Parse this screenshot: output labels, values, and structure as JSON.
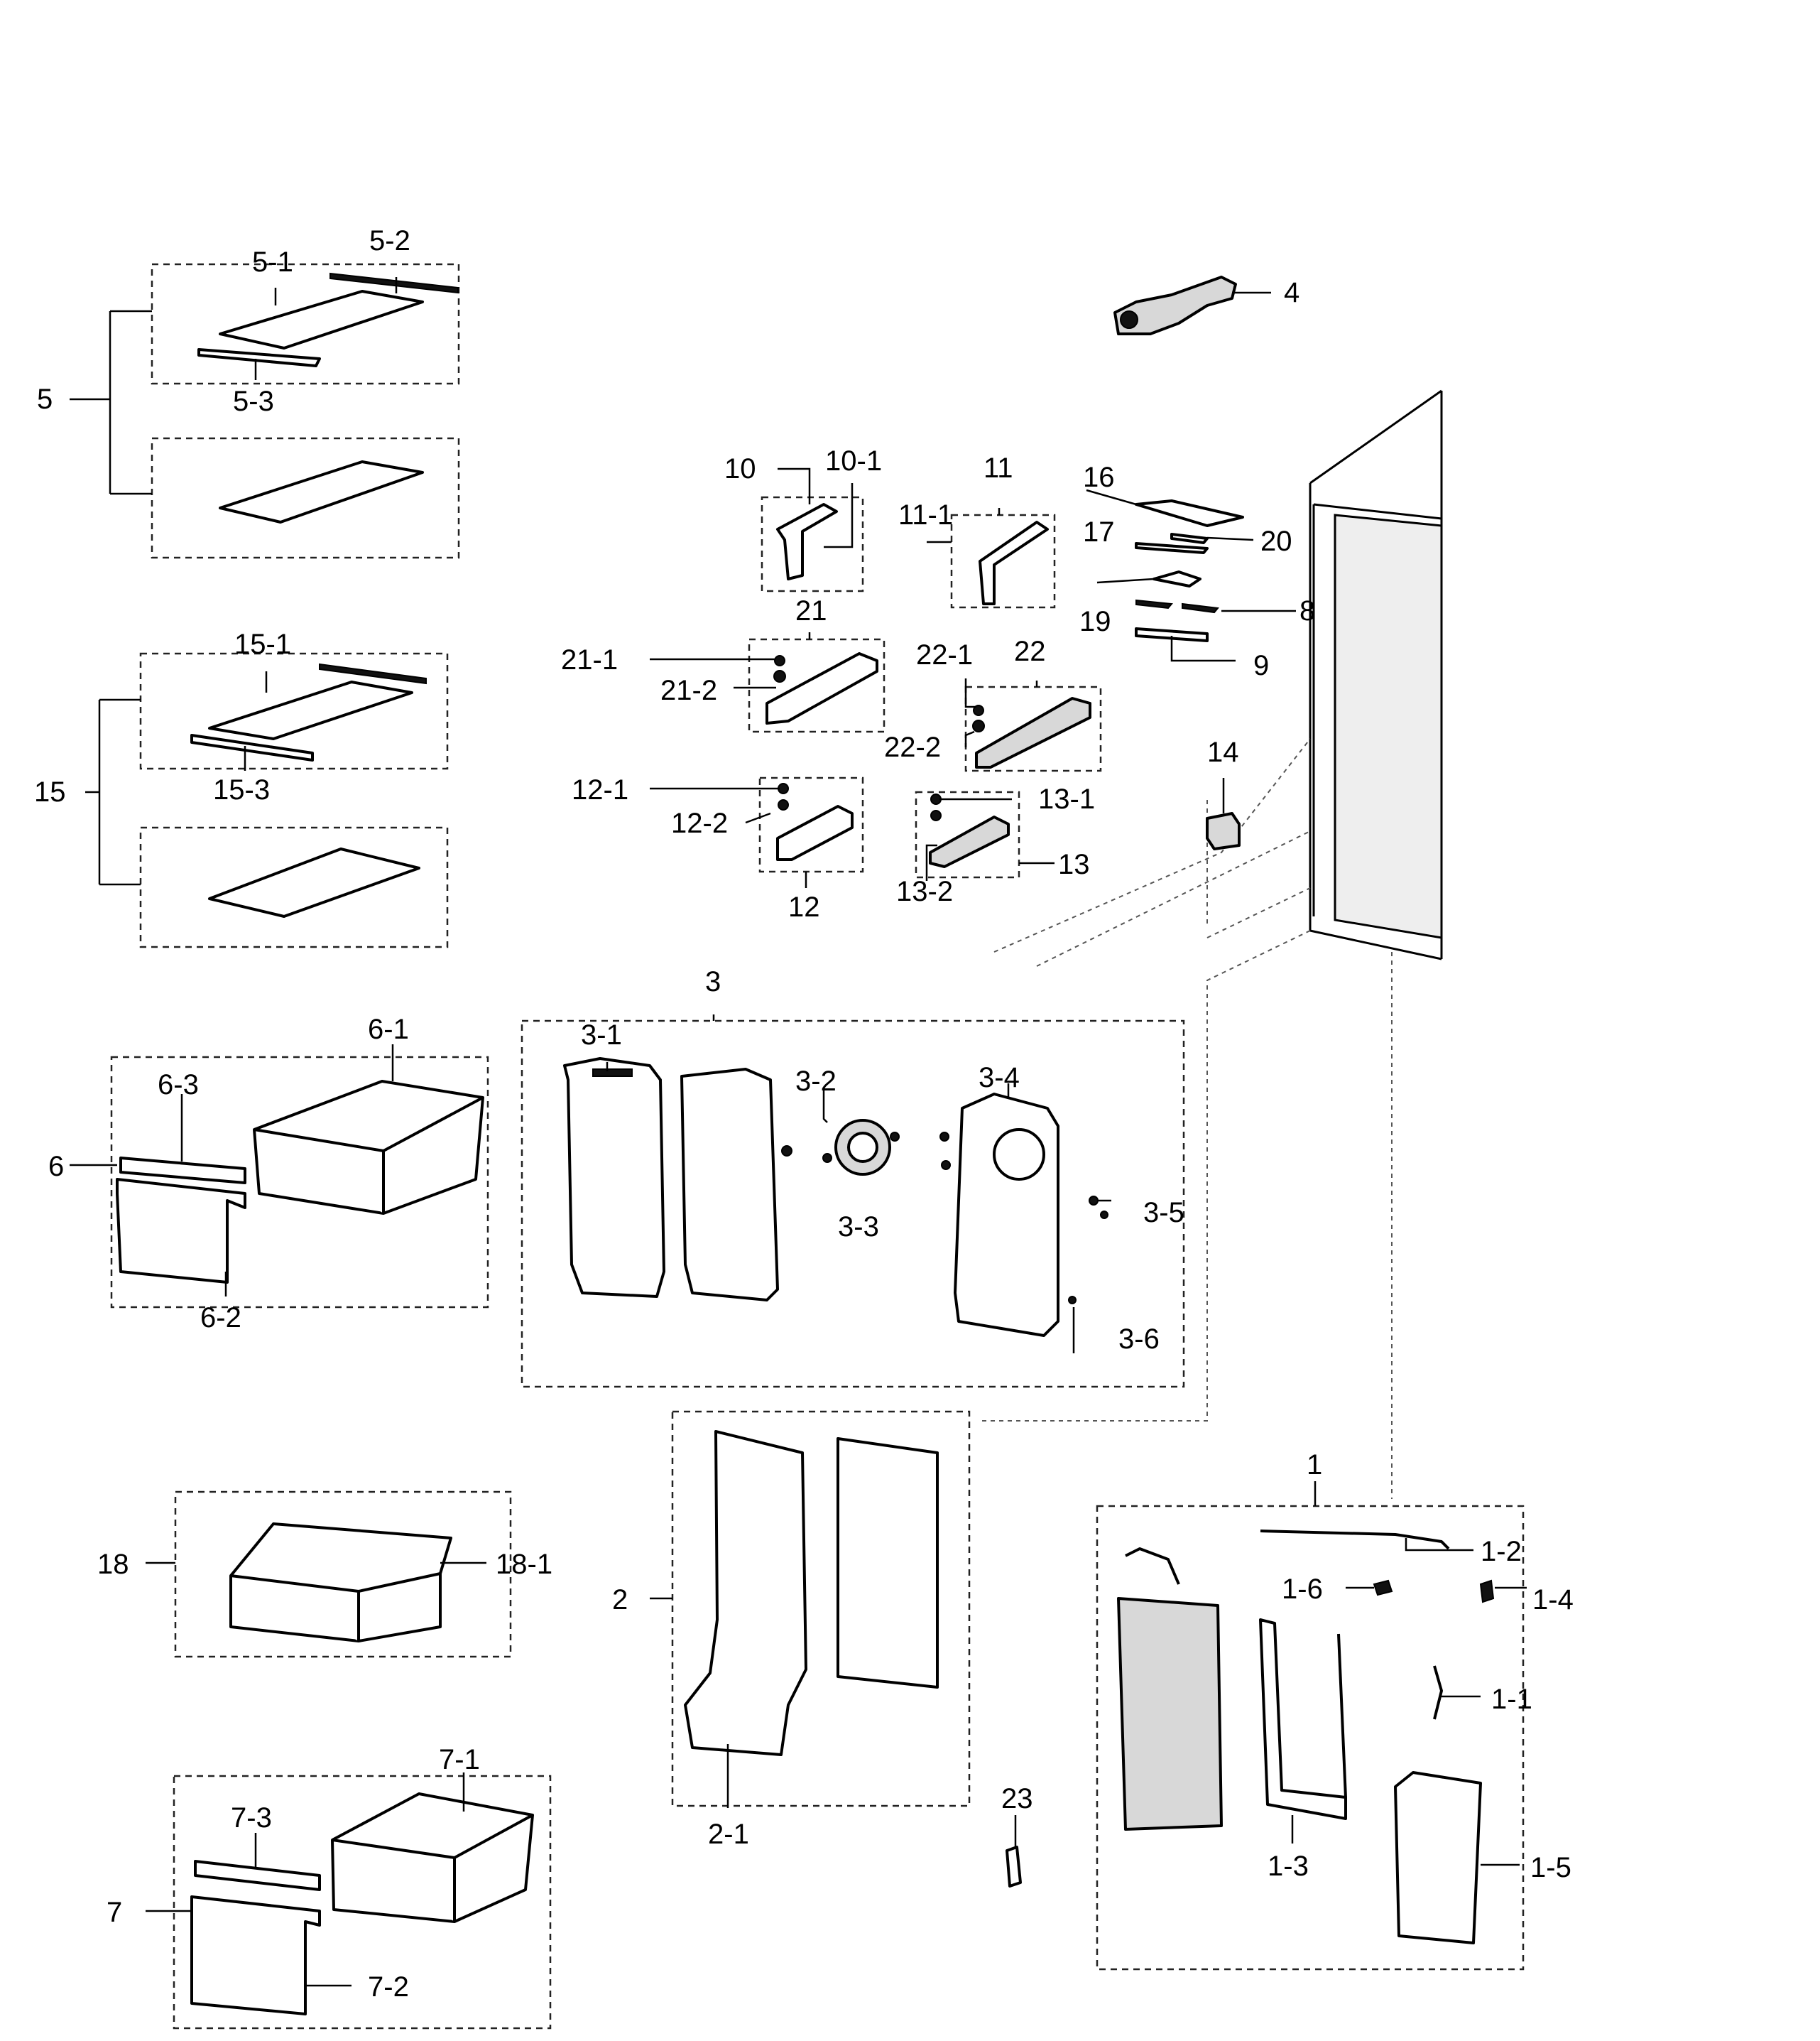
{
  "callouts": {
    "c5_2": "5-2",
    "c5_1": "5-1",
    "c5": "5",
    "c5_3": "5-3",
    "c4": "4",
    "c10": "10",
    "c10_1": "10-1",
    "c11": "11",
    "c11_1": "11-1",
    "c16": "16",
    "c17": "17",
    "c20": "20",
    "c19": "19",
    "c8": "8",
    "c9": "9",
    "c21": "21",
    "c21_1": "21-1",
    "c21_2": "21-2",
    "c22": "22",
    "c22_1": "22-1",
    "c22_2": "22-2",
    "c15_1": "15-1",
    "c15": "15",
    "c15_3": "15-3",
    "c14": "14",
    "c12_1": "12-1",
    "c12_2": "12-2",
    "c12": "12",
    "c13_1": "13-1",
    "c13": "13",
    "c13_2": "13-2",
    "c3": "3",
    "c3_1": "3-1",
    "c3_2": "3-2",
    "c3_3": "3-3",
    "c3_4": "3-4",
    "c3_5": "3-5",
    "c3_6": "3-6",
    "c6_1": "6-1",
    "c6_3": "6-3",
    "c6": "6",
    "c6_2": "6-2",
    "c2": "2",
    "c2_1": "2-1",
    "c18": "18",
    "c18_1": "18-1",
    "c1": "1",
    "c1_2": "1-2",
    "c1_6": "1-6",
    "c1_4": "1-4",
    "c1_1": "1-1",
    "c1_5": "1-5",
    "c1_3": "1-3",
    "c23": "23",
    "c7_1": "7-1",
    "c7_3": "7-3",
    "c7": "7",
    "c7_2": "7-2"
  }
}
